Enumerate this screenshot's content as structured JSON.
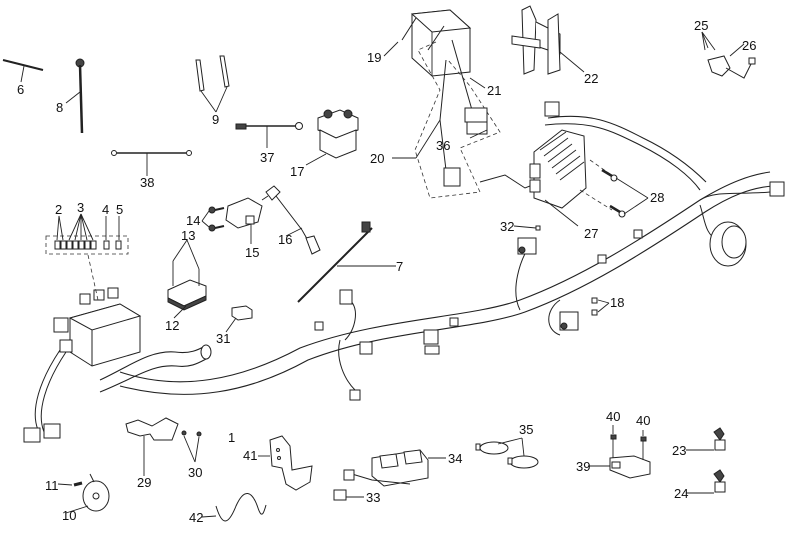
{
  "diagram": {
    "title": "Electrical wiring harness exploded parts diagram",
    "callouts": [
      {
        "id": "1",
        "text": "1",
        "part": "main-wiring-harness"
      },
      {
        "id": "2",
        "text": "2",
        "part": "fuse"
      },
      {
        "id": "3",
        "text": "3",
        "part": "fuse"
      },
      {
        "id": "4",
        "text": "4",
        "part": "fuse"
      },
      {
        "id": "5",
        "text": "5",
        "part": "fuse"
      },
      {
        "id": "6",
        "text": "6",
        "part": "cable-tie"
      },
      {
        "id": "7",
        "text": "7",
        "part": "cable-tie-mount"
      },
      {
        "id": "8",
        "text": "8",
        "part": "cable-tie"
      },
      {
        "id": "9",
        "text": "9",
        "part": "protective-sleeve"
      },
      {
        "id": "10",
        "text": "10",
        "part": "horn"
      },
      {
        "id": "11",
        "text": "11",
        "part": "bolt"
      },
      {
        "id": "12",
        "text": "12",
        "part": "control-unit"
      },
      {
        "id": "13",
        "text": "13",
        "part": "screw"
      },
      {
        "id": "14",
        "text": "14",
        "part": "bolt"
      },
      {
        "id": "15",
        "text": "15",
        "part": "ignition-coil"
      },
      {
        "id": "16",
        "text": "16",
        "part": "spark-plug-cap"
      },
      {
        "id": "17",
        "text": "17",
        "part": "starter-relay"
      },
      {
        "id": "18",
        "text": "18",
        "part": "clip"
      },
      {
        "id": "19",
        "text": "19",
        "part": "battery"
      },
      {
        "id": "20",
        "text": "20",
        "part": "battery-cable"
      },
      {
        "id": "21",
        "text": "21",
        "part": "battery-cable"
      },
      {
        "id": "22",
        "text": "22",
        "part": "battery-holder"
      },
      {
        "id": "23",
        "text": "23",
        "part": "connector"
      },
      {
        "id": "24",
        "text": "24",
        "part": "connector"
      },
      {
        "id": "25",
        "text": "25",
        "part": "screw"
      },
      {
        "id": "26",
        "text": "26",
        "part": "sensor"
      },
      {
        "id": "27",
        "text": "27",
        "part": "voltage-regulator"
      },
      {
        "id": "28",
        "text": "28",
        "part": "bolt"
      },
      {
        "id": "29",
        "text": "29",
        "part": "bracket"
      },
      {
        "id": "30",
        "text": "30",
        "part": "screw"
      },
      {
        "id": "31",
        "text": "31",
        "part": "relay"
      },
      {
        "id": "32",
        "text": "32",
        "part": "clip"
      },
      {
        "id": "33",
        "text": "33",
        "part": "connector"
      },
      {
        "id": "34",
        "text": "34",
        "part": "relay-unit"
      },
      {
        "id": "35",
        "text": "35",
        "part": "hose-clamp"
      },
      {
        "id": "36",
        "text": "36",
        "part": "fuse-holder"
      },
      {
        "id": "37",
        "text": "37",
        "part": "ground-cable"
      },
      {
        "id": "38",
        "text": "38",
        "part": "ground-cable"
      },
      {
        "id": "39",
        "text": "39",
        "part": "module"
      },
      {
        "id": "40",
        "text": "40",
        "part": "screw"
      },
      {
        "id": "41",
        "text": "41",
        "part": "bracket"
      },
      {
        "id": "42",
        "text": "42",
        "part": "spring"
      }
    ]
  }
}
